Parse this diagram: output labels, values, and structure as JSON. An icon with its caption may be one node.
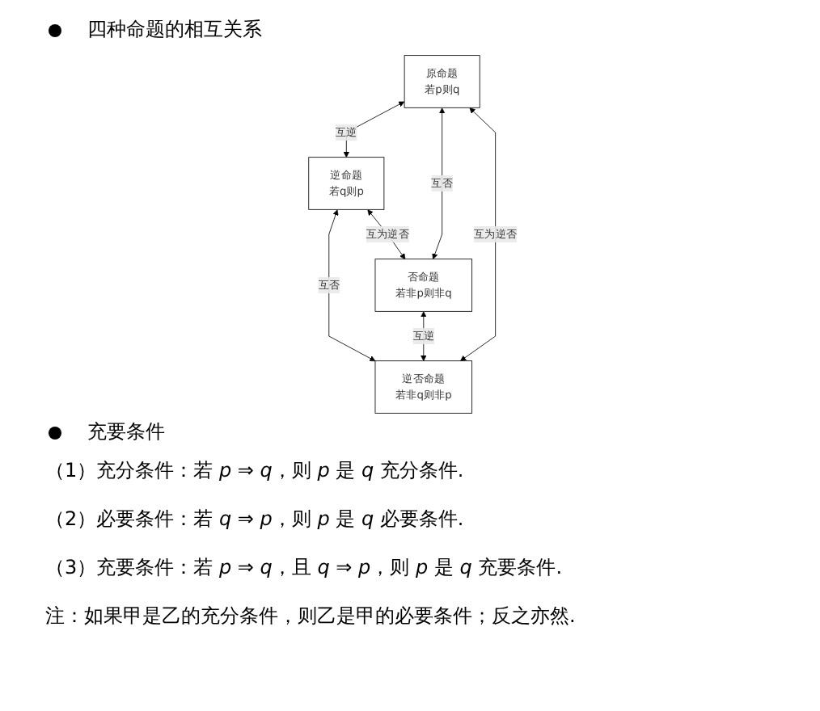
{
  "diagram": {
    "title": "四种命题的相互关系",
    "nodes": [
      {
        "text": [
          "原命题",
          "若p则q"
        ]
      },
      {
        "text": [
          "逆命题",
          "若q则p"
        ]
      },
      {
        "text": [
          "否命题",
          "若非p则非q"
        ]
      },
      {
        "text": [
          "逆否命题",
          "若非q则非p"
        ]
      }
    ],
    "edges": [
      {
        "from": 0,
        "to": 1,
        "arrow": "both",
        "label": "互逆"
      },
      {
        "from": 0,
        "to": 2,
        "arrow": "both",
        "label": "互否"
      },
      {
        "from": 1,
        "to": 3,
        "arrow": "both",
        "label": "互否"
      },
      {
        "from": 0,
        "to": 3,
        "arrow": "both",
        "label": "互为逆否"
      },
      {
        "from": 1,
        "to": 2,
        "arrow": "both",
        "label": "互为逆否"
      },
      {
        "from": 2,
        "to": 3,
        "arrow": "both",
        "label": "互逆"
      }
    ],
    "labels": [
      "充要条件",
      "（1）充分条件：若 *p* ⇒ *q*，则 *p* 是 *q* 充分条件.",
      "（2）必要条件：若 *q* ⇒ *p*，则 *p* 是 *q* 必要条件.",
      "（3）充要条件：若 *p* ⇒ *q*，且 *q* ⇒ *p*，则 *p* 是 *q* 充要条件.",
      "注：如果甲是乙的充分条件，则乙是甲的必要条件；反之亦然."
    ]
  }
}
